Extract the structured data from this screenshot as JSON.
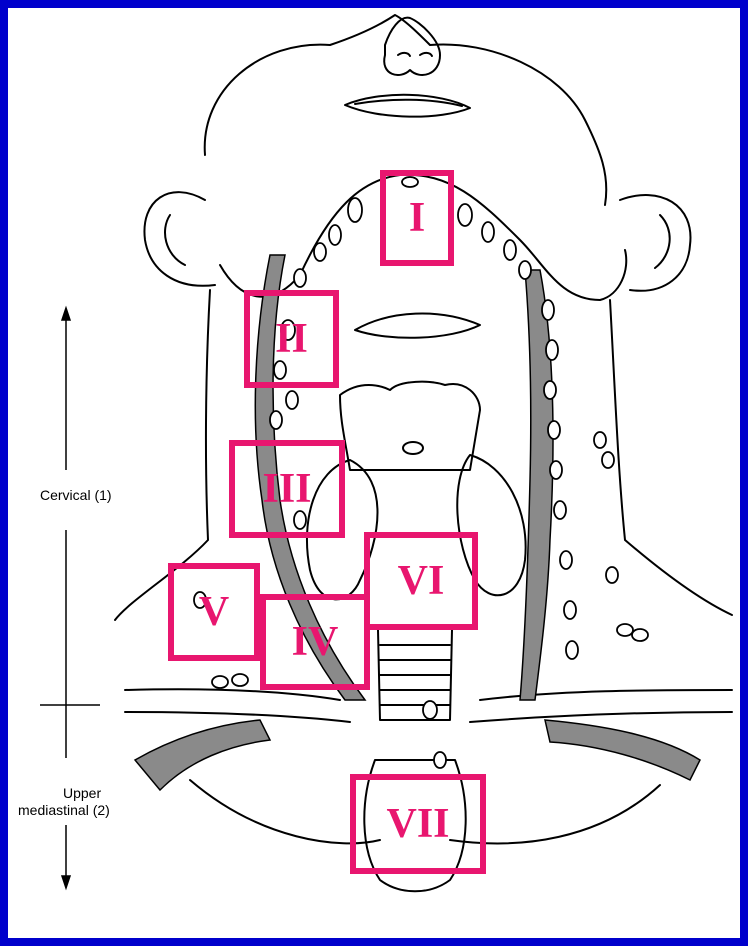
{
  "diagram": {
    "colors": {
      "frame": "#0000cc",
      "box": "#e8166f",
      "line": "#000000",
      "vessel": "#8a8a8a"
    },
    "side_labels": {
      "cervical": "Cervical (1)",
      "upper_mediastinal_1": "Upper",
      "upper_mediastinal_2": "mediastinal (2)"
    },
    "levels": [
      {
        "id": "I",
        "label": "I"
      },
      {
        "id": "II",
        "label": "II"
      },
      {
        "id": "III",
        "label": "III"
      },
      {
        "id": "IV",
        "label": "IV"
      },
      {
        "id": "V",
        "label": "V"
      },
      {
        "id": "VI",
        "label": "VI"
      },
      {
        "id": "VII",
        "label": "VII"
      }
    ]
  }
}
